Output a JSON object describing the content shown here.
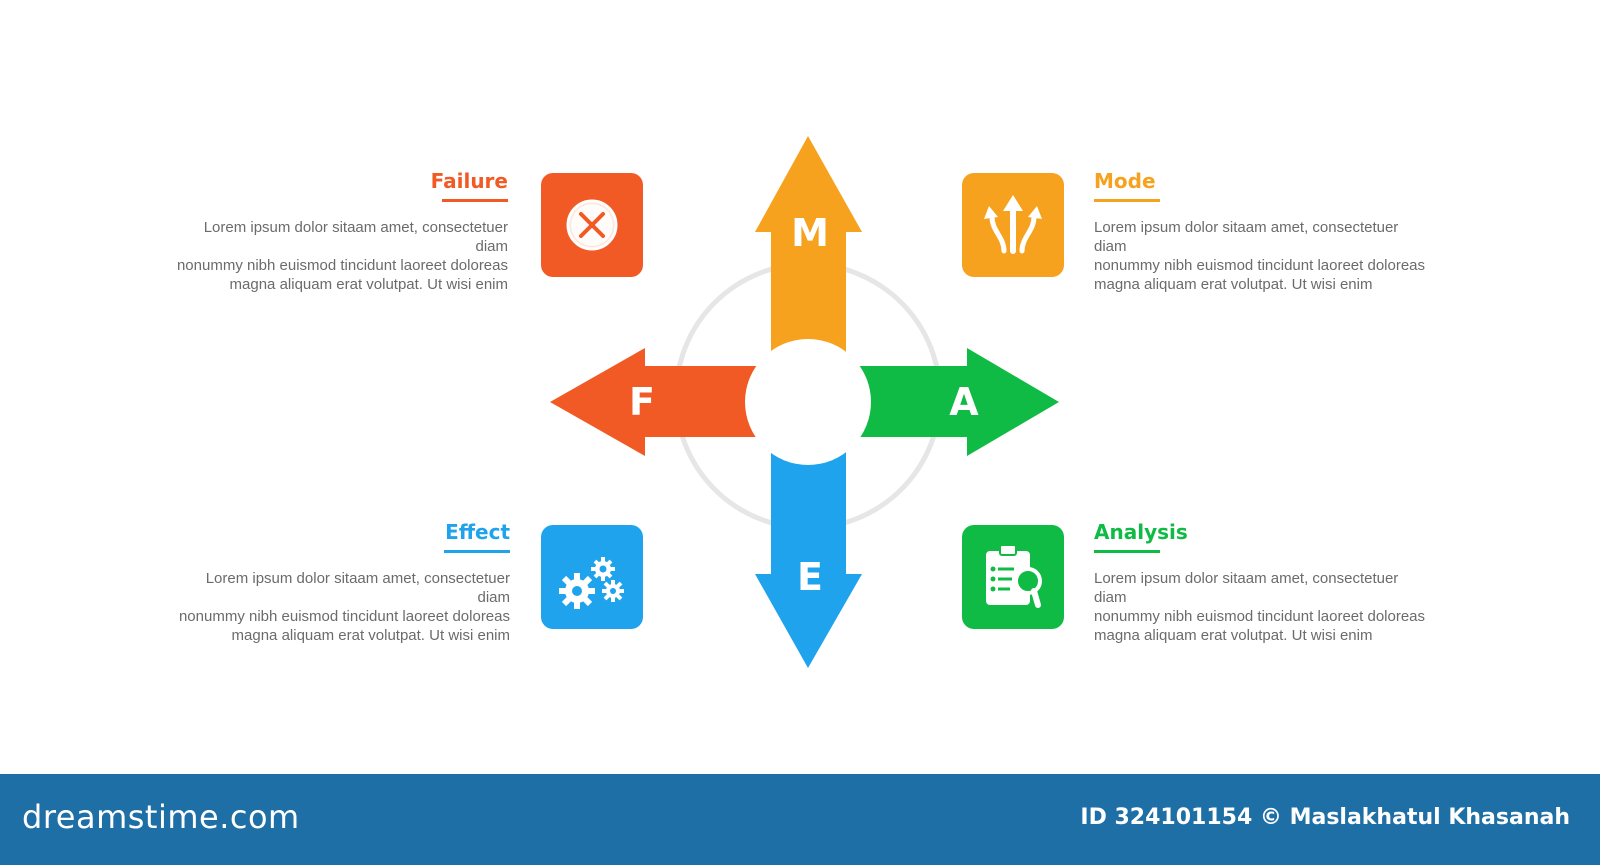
{
  "diagram": {
    "letters": {
      "top": "M",
      "left": "F",
      "right": "A",
      "bottom": "E"
    },
    "colors": {
      "failure": "#f15a24",
      "mode": "#f6a21e",
      "analysis": "#0fbb45",
      "effect": "#1fa3ec",
      "ring": "#e6e6e6"
    }
  },
  "items": {
    "failure": {
      "title": "Failure",
      "desc": "Lorem ipsum dolor sitaam amet, consectetuer diam\nnonummy  nibh euismod tincidunt laoreet doloreas\nmagna aliquam erat volutpat. Ut wisi enim",
      "icon": "close-circle-icon"
    },
    "mode": {
      "title": "Mode",
      "desc": "Lorem ipsum dolor sitaam amet, consectetuer diam\nnonummy  nibh euismod tincidunt laoreet doloreas\nmagna aliquam erat volutpat. Ut wisi enim",
      "icon": "split-arrows-icon"
    },
    "effect": {
      "title": "Effect",
      "desc": "Lorem ipsum dolor sitaam amet, consectetuer diam\nnonummy  nibh euismod tincidunt laoreet doloreas\nmagna aliquam erat volutpat. Ut wisi enim",
      "icon": "gears-icon"
    },
    "analysis": {
      "title": "Analysis",
      "desc": "Lorem ipsum dolor sitaam amet, consectetuer diam\nnonummy  nibh euismod tincidunt laoreet doloreas\nmagna aliquam erat volutpat. Ut wisi enim",
      "icon": "clipboard-search-icon"
    }
  },
  "footer": {
    "logo": "dreamstime.com",
    "credit": "ID 324101154 © Maslakhatul Khasanah"
  }
}
